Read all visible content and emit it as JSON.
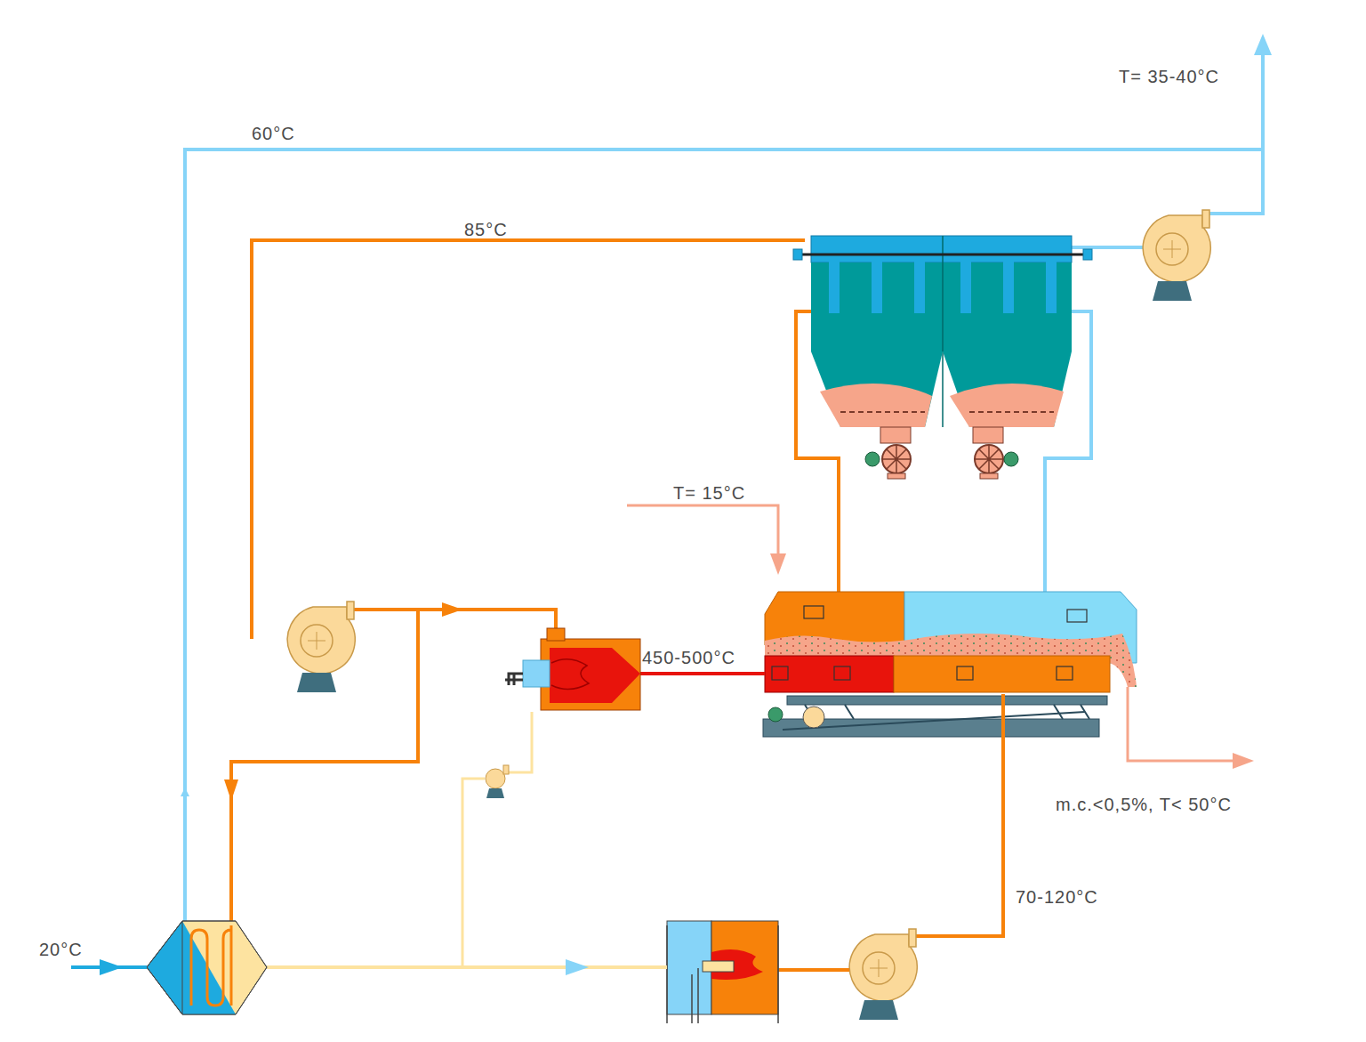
{
  "diagram": {
    "labels": [
      "T= 35-40°C",
      "60°C",
      "85°C",
      "T= 15°C",
      "450-500°C",
      "m.c.<0,5%, T< 50°C",
      "70-120°C",
      "20°C"
    ]
  }
}
